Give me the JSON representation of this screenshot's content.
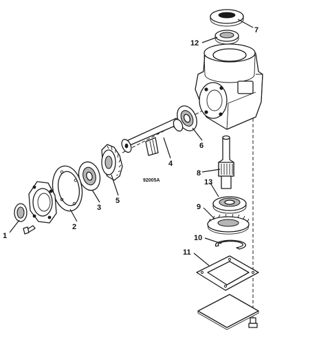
{
  "figure_code": "92005A",
  "callouts": [
    "1",
    "2",
    "3",
    "4",
    "5",
    "6",
    "7",
    "8",
    "9",
    "10",
    "11",
    "12",
    "13"
  ]
}
